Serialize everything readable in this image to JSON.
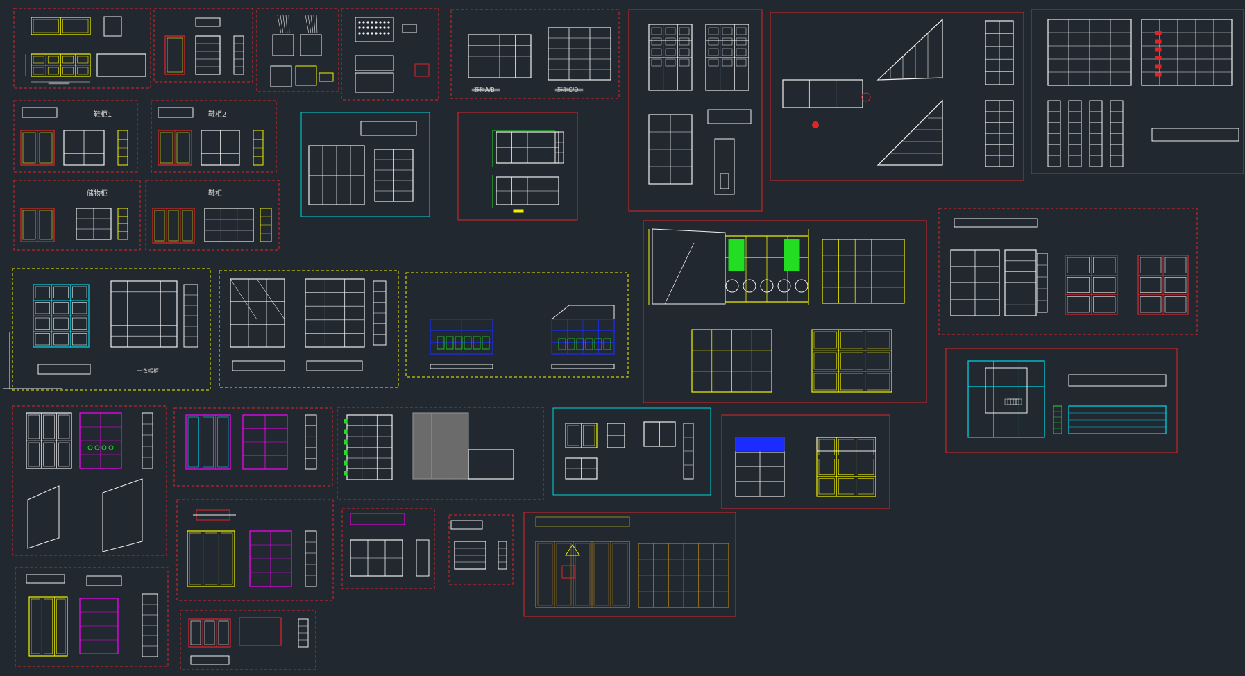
{
  "drawing": {
    "background": "#212830",
    "palette": {
      "red": "#e0242a",
      "yellow": "#f2f200",
      "white": "#f0f0f0",
      "cyan": "#00d8e8",
      "magenta": "#ff00ff",
      "green": "#22dd22",
      "blue": "#1a2cff",
      "brown": "#b0801a",
      "olive": "#8a8a20"
    },
    "labels": {
      "cabinet_1": "鞋柜1",
      "cabinet_2": "鞋柜2",
      "cabinet_3": "储物柜",
      "cabinet_4": "鞋柜",
      "wardrobe": "一衣帽柜",
      "note_a": "鞋柜A/B",
      "note_b": "鞋柜C/D"
    }
  }
}
